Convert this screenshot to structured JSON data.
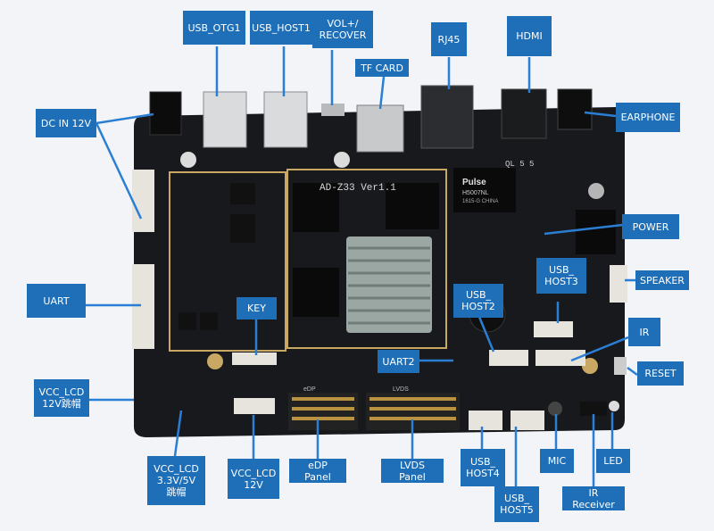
{
  "board": {
    "silkscreen_model": "AD-Z33 Ver1.1",
    "chip_brand": "Pulse",
    "chip_part": "H5007NL",
    "chip_origin": "1615-G CHINA",
    "qs_text": "QL 5 5",
    "edp_silk": "eDP",
    "lvds_silk": "LVDS"
  },
  "labels": {
    "usb_otg1": "USB_OTG1",
    "usb_host1": "USB_HOST1",
    "vol_recover": "VOL+/\nRECOVER",
    "rj45": "RJ45",
    "hdmi": "HDMI",
    "tf_card": "TF CARD",
    "earphone": "EARPHONE",
    "dc_in": "DC IN 12V",
    "power": "POWER",
    "speaker": "SPEAKER",
    "usb_host3": "USB_\nHOST3",
    "usb_host2": "USB_\nHOST2",
    "uart": "UART",
    "key": "KEY",
    "ir": "IR",
    "uart2": "UART2",
    "reset": "RESET",
    "vcc_lcd_12v_jumper": "VCC_LCD\n12V跳帽",
    "vcc_lcd_33_5v": "VCC_LCD\n3.3V/5V\n跳帽",
    "vcc_lcd_12v": "VCC_LCD\n12V",
    "edp_panel": "eDP Panel",
    "lvds_panel": "LVDS Panel",
    "usb_host4": "USB_\nHOST4",
    "mic": "MIC",
    "led": "LED",
    "usb_host5": "USB_\nHOST5",
    "ir_receiver": "IR Receiver"
  },
  "colors": {
    "label_bg": "#1f6fb8",
    "line": "#2a7fd4",
    "pcb": "#16181b",
    "heatsink": "#9aa7a2"
  }
}
